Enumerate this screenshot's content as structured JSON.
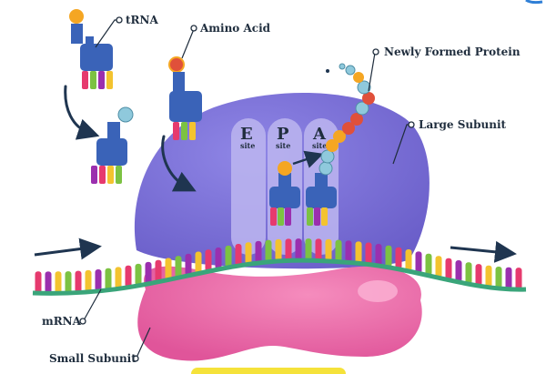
{
  "labels": {
    "trna": "tRNA",
    "amino_acid": "Amino Acid",
    "newly_formed_protein": "Newly Formed Protein",
    "large_subunit": "Large Subunit",
    "mrna": "mRNA",
    "small_subunit": "Small Subunit"
  },
  "sites": [
    {
      "letter": "E",
      "word": "site"
    },
    {
      "letter": "P",
      "word": "site"
    },
    {
      "letter": "A",
      "word": "site"
    }
  ],
  "colors": {
    "large_subunit": "#7b6fd6",
    "small_subunit": "#e8609f",
    "trna_body": "#3a63b8",
    "amino_acid_orange": "#f5a623",
    "amino_acid_red": "#e0503a",
    "amino_acid_blue": "#8fc9dc",
    "mrna_backbone": "#3aa57a",
    "base_colors": [
      "#e63a6e",
      "#f3c32f",
      "#9b2fae",
      "#7cc242"
    ]
  }
}
